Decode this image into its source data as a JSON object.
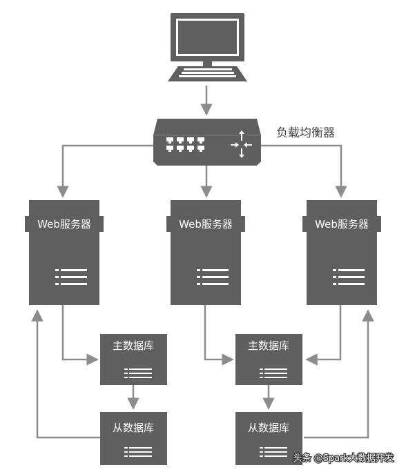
{
  "colors": {
    "box": "#5f5f5f",
    "line": "#8c8c8c",
    "text_on_box": "#ffffff",
    "text": "#444444"
  },
  "load_balancer": {
    "label": "负载均衡器"
  },
  "web_servers": [
    {
      "label": "Web服务器"
    },
    {
      "label": "Web服务器"
    },
    {
      "label": "Web服务器"
    }
  ],
  "master_dbs": [
    {
      "label": "主数据库"
    },
    {
      "label": "主数据库"
    }
  ],
  "slave_dbs": [
    {
      "label": "从数据库"
    },
    {
      "label": "从数据库"
    }
  ],
  "watermark": "头条 @Spark大数据开发"
}
